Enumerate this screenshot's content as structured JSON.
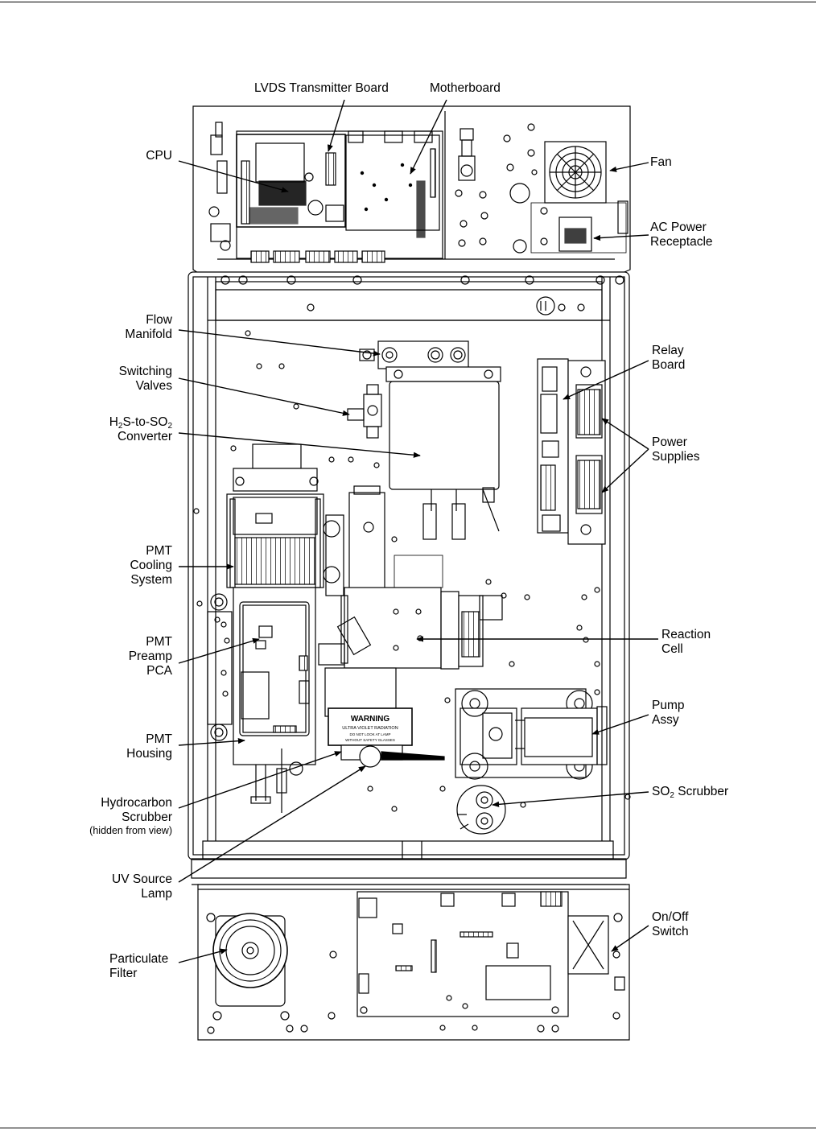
{
  "labels": {
    "lvds": "LVDS Transmitter Board",
    "motherboard": "Motherboard",
    "cpu": "CPU",
    "fan": "Fan",
    "ac_power": [
      "AC Power",
      "Receptacle"
    ],
    "flow_manifold": [
      "Flow",
      "Manifold"
    ],
    "switching_valves": [
      "Switching",
      "Valves"
    ],
    "converter": {
      "h": "H",
      "h_sub": "2",
      "mid": "S-to-SO",
      "so_sub": "2",
      "line2": "Converter"
    },
    "relay_board": [
      "Relay",
      "Board"
    ],
    "power_supplies": [
      "Power",
      "Supplies"
    ],
    "pmt_cooling": [
      "PMT",
      "Cooling",
      "System"
    ],
    "pmt_preamp": [
      "PMT",
      "Preamp",
      "PCA"
    ],
    "reaction_cell": [
      "Reaction",
      "Cell"
    ],
    "pmt_housing": [
      "PMT",
      "Housing"
    ],
    "pump_assy": [
      "Pump",
      "Assy"
    ],
    "so2_scrubber": {
      "pre": "SO",
      "sub": "2",
      "post": " Scrubber"
    },
    "hydrocarbon_scrubber": [
      "Hydrocarbon",
      "Scrubber"
    ],
    "hidden_note": "(hidden from view)",
    "uv_lamp": [
      "UV Source",
      "Lamp"
    ],
    "particulate_filter": [
      "Particulate",
      "Filter"
    ],
    "onoff_switch": [
      "On/Off",
      "Switch"
    ]
  },
  "warning_label": {
    "title": "WARNING",
    "line1": "ULTRA VIOLET RADIATION",
    "line2": "DO NOT LOOK AT LAMP",
    "line3": "WITHOUT SAFETY GLASSES"
  }
}
